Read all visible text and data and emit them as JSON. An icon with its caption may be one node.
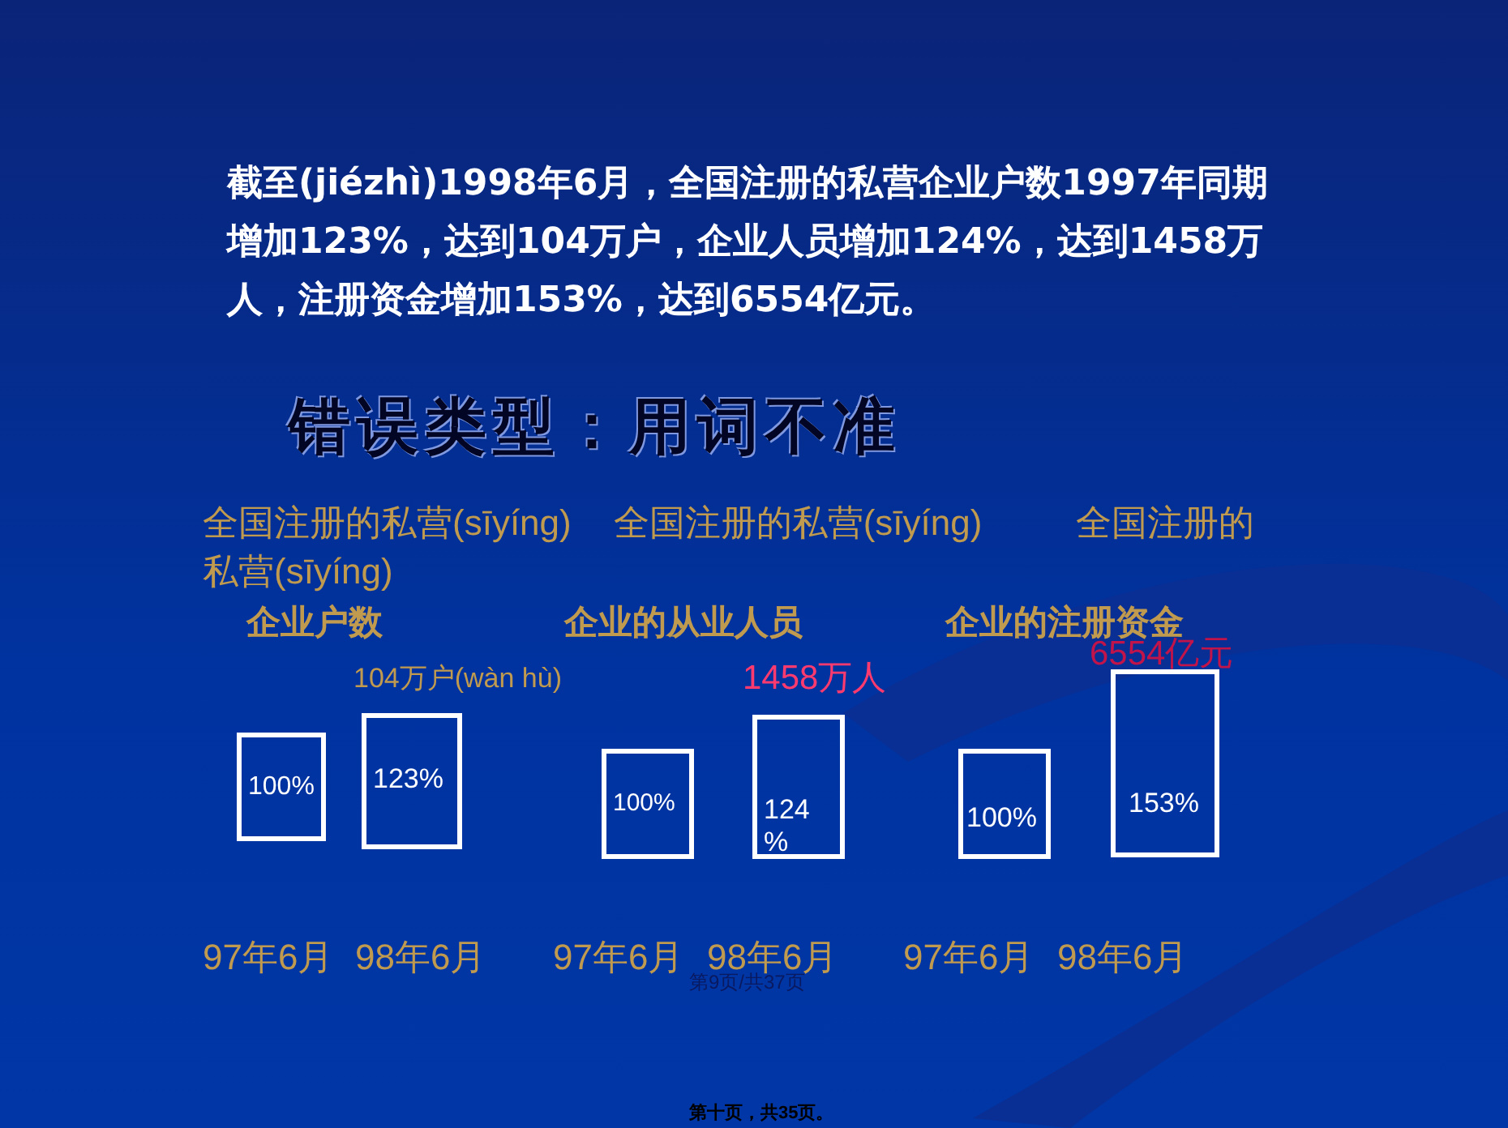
{
  "diagram": {
    "nodes": [
      {
        "text": [
          "100%"
        ]
      },
      {
        "text": [
          "123%"
        ]
      },
      {
        "text": [
          "100%"
        ]
      },
      {
        "text": [
          "124%"
        ]
      },
      {
        "text": [
          "100%"
        ]
      },
      {
        "text": [
          "153%"
        ]
      }
    ],
    "labels": [
      "截至(jiézhì)1998年6月，全国注册的私营企业户数1997年同期增加123%，达到104万户，企业人员增加124%，达到1458万人，注册资金增加153%，达到6554亿元。",
      "错误类型：用词不准",
      "全国注册的私营(sīyíng)",
      "全国注册的私营(sīyíng)",
      "全国注册的私营(sīyíng)",
      "企业户数",
      "企业的从业人员",
      "企业的注册资金",
      "104万户(wàn hù)",
      "1458万人",
      "6554亿元",
      "97年6月",
      "98年6月",
      "97年6月",
      "98年6月",
      "97年6月",
      "98年6月",
      "第9页/共37页",
      "第十页，共35页。"
    ]
  }
}
